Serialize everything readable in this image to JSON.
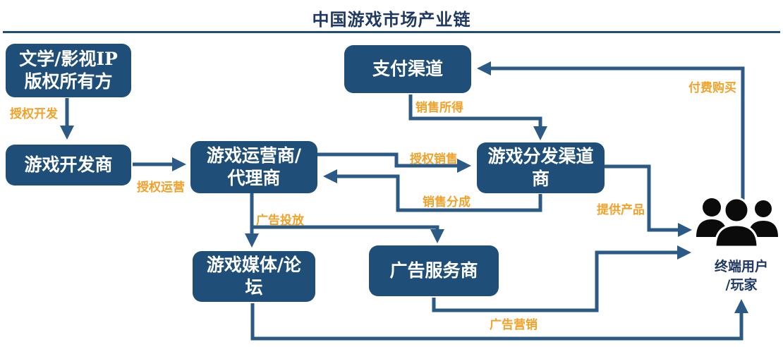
{
  "title": "中国游戏市场产业链",
  "colors": {
    "node_fill": "#1f4e79",
    "connector": "#2b5a87",
    "edge_label": "#f2a229",
    "title_text": "#1f3864",
    "user_icon": "#0b0b0b"
  },
  "nodes": {
    "ip_owner": {
      "label": "文学/影视IP\n版权所有方"
    },
    "payment": {
      "label": "支付渠道"
    },
    "developer": {
      "label": "游戏开发商"
    },
    "operator": {
      "label": "游戏运营商/\n代理商"
    },
    "distributor": {
      "label": "游戏分发渠道\n商"
    },
    "media": {
      "label": "游戏媒体/论\n坛"
    },
    "ad_service": {
      "label": "广告服务商"
    }
  },
  "end_user": {
    "label": "终端用户\n/玩家",
    "icon": "users-silhouette-icon"
  },
  "edges": {
    "authorize_develop": {
      "label": "授权开发"
    },
    "authorize_operate": {
      "label": "授权运营"
    },
    "authorize_sell": {
      "label": "授权销售"
    },
    "sales_share": {
      "label": "销售分成"
    },
    "sales_income": {
      "label": "销售所得"
    },
    "paid_purchase": {
      "label": "付费购买"
    },
    "provide_product": {
      "label": "提供产品"
    },
    "ad_placement": {
      "label": "广告投放"
    },
    "ad_marketing": {
      "label": "广告营销"
    }
  }
}
